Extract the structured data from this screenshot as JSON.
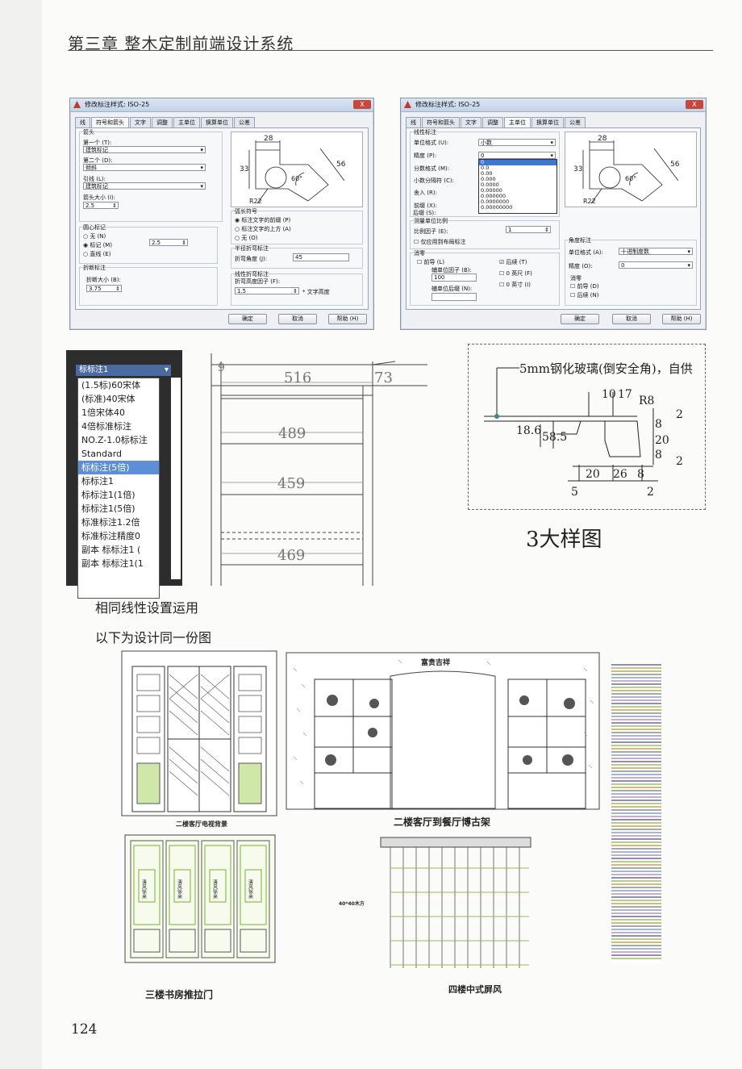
{
  "header": {
    "title": "第三章  整木定制前端设计系统"
  },
  "dialog_left": {
    "title": "修改标注样式: ISO-25",
    "close": "X",
    "tabs": [
      "线",
      "符号和箭头",
      "文字",
      "调整",
      "主单位",
      "换算单位",
      "公差"
    ],
    "arrow_group": "箭头",
    "first_label": "第一个 (T):",
    "first_value": "建筑标记",
    "second_label": "第二个 (D):",
    "second_value": "倾斜",
    "leader_label": "引线 (L):",
    "leader_value": "建筑标记",
    "size_label": "箭头大小 (I):",
    "size_value": "2.5",
    "center_group": "圆心标记",
    "center_none": "无 (N)",
    "center_mark": "标记 (M)",
    "center_line": "直线 (E)",
    "center_value": "2.5",
    "break_group": "折断标注",
    "break_label": "折断大小 (B):",
    "break_value": "3.75",
    "arc_group": "弧长符号",
    "arc_1": "标注文字的前缀 (P)",
    "arc_2": "标注文字的上方 (A)",
    "arc_3": "无 (O)",
    "radius_group": "半径折弯标注",
    "radius_label": "折弯角度 (J):",
    "radius_value": "45",
    "linear_group": "线性折弯标注",
    "linear_label": "折弯高度因子 (F):",
    "linear_value": "1.5",
    "linear_suffix": "* 文字高度",
    "ok": "确定",
    "cancel": "取消",
    "help": "帮助 (H)",
    "preview_dims": [
      "28",
      "33",
      "56",
      "60°",
      "R22"
    ]
  },
  "dialog_right": {
    "title": "修改标注样式: ISO-25",
    "close": "X",
    "tabs": [
      "线",
      "符号和箭头",
      "文字",
      "调整",
      "主单位",
      "换算单位",
      "公差"
    ],
    "linear_group": "线性标注",
    "unit_format_label": "单位格式 (U):",
    "unit_format_value": "小数",
    "precision_label": "精度 (P):",
    "precision_value": "0",
    "precision_options": [
      "0",
      "0.0",
      "0.00",
      "0.000",
      "0.0000",
      "0.00000",
      "0.000000",
      "0.0000000",
      "0.00000000"
    ],
    "fraction_label": "分数格式 (M):",
    "decimal_sep_label": "小数分隔符 (C):",
    "round_label": "舍入 (R):",
    "prefix_label": "前缀 (X):",
    "suffix_label": "后缀 (S):",
    "scale_group": "测量单位比例",
    "scale_label": "比例因子 (E):",
    "scale_value": "1",
    "layout_only": "仅应用到布局标注",
    "zero_group": "消零",
    "leading": "前导 (L)",
    "trailing": "后续 (T)",
    "sub_factor_label": "辅单位因子 (B):",
    "sub_factor_value": "100",
    "feet": "0 英尺 (F)",
    "inch": "0 英寸 (I)",
    "sub_suffix_label": "辅单位后缀 (N):",
    "angle_group": "角度标注",
    "angle_format_label": "单位格式 (A):",
    "angle_format_value": "十进制度数",
    "angle_precision_label": "精度 (O):",
    "angle_precision_value": "0",
    "angle_zero_group": "消零",
    "angle_leading": "前导 (D)",
    "angle_trailing": "后续 (N)",
    "ok": "确定",
    "cancel": "取消",
    "help": "帮助 (H)",
    "preview_dims": [
      "28",
      "33",
      "56",
      "60°",
      "R22"
    ]
  },
  "style_list": {
    "current": "标标注1",
    "items": [
      "(1.5标)60宋体",
      "(标准)40宋体",
      "1倍宋体40",
      "4倍标准标注",
      "NO.Z-1.0标标注",
      "Standard",
      "标标注(5倍)",
      "标标注1",
      "标标注1(1倍)",
      "标标注1(5倍)",
      "标准标注1.2倍",
      "标准标注精度0",
      "副本 标标注1 (",
      "副本 标标注1(1"
    ],
    "selected_index": 6
  },
  "elevation": {
    "dims": [
      "9",
      "516",
      "73",
      "489",
      "459",
      "469"
    ]
  },
  "detail": {
    "note": "5mm钢化玻璃(倒安全角)，自供",
    "dims": [
      "10",
      "17",
      "R8",
      "2",
      "8",
      "20",
      "8",
      "2",
      "18.6",
      "58.5",
      "20",
      "26",
      "8",
      "5",
      "2"
    ],
    "title": "3大样图"
  },
  "text_1": "相同线性设置运用",
  "text_2": "以下为设计同一份图",
  "drawings": {
    "tv_caption": "二楼客厅电视背景",
    "curio_caption": "二楼客厅到餐厅博古架",
    "curio_sign": "富贵吉祥",
    "door_caption": "三楼书房推拉门",
    "door_panel_text": "清风徐来",
    "screen_caption": "四楼中式屏风",
    "screen_note": "40*40木方"
  },
  "page_number": "124"
}
